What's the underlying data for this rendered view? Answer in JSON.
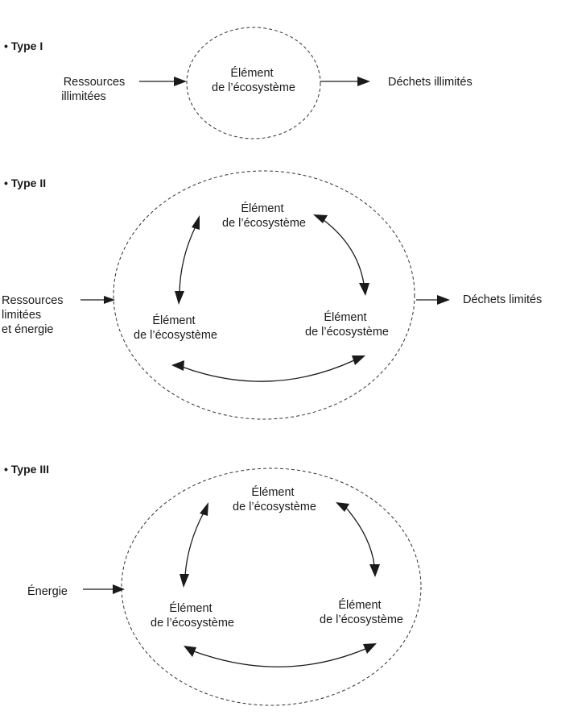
{
  "type_1": {
    "heading": "• Type I",
    "input": [
      "Ressources",
      "illimitées"
    ],
    "element": [
      "Élément",
      "de l’écosystème"
    ],
    "output": "Déchets illimités"
  },
  "type_2": {
    "heading": "• Type II",
    "input": [
      "Ressources",
      "limitées",
      "et énergie"
    ],
    "element_top": [
      "Élément",
      "de l’écosystème"
    ],
    "element_left": [
      "Élément",
      "de l’écosystème"
    ],
    "element_right": [
      "Élément",
      "de l’écosystème"
    ],
    "output": "Déchets limités"
  },
  "type_3": {
    "heading": "• Type III",
    "input": "Énergie",
    "element_top": [
      "Élément",
      "de l’écosystème"
    ],
    "element_left": [
      "Élément",
      "de l’écosystème"
    ],
    "element_right": [
      "Élément",
      "de l’écosystème"
    ]
  }
}
